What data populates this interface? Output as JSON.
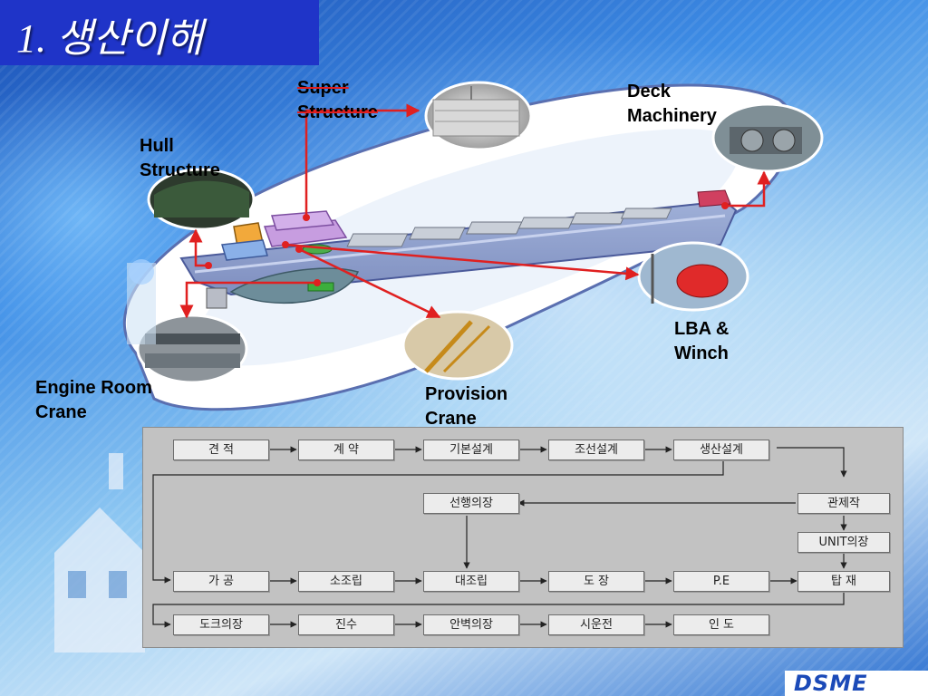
{
  "page": {
    "title": "1. 생산이해"
  },
  "labels": {
    "super_structure": "Super\nStructure",
    "deck_machinery": "Deck\nMachinery",
    "hull_structure": "Hull\nStructure",
    "lba_winch": "LBA &\nWinch",
    "engine_room_crane": "Engine Room\nCrane",
    "provision_crane": "Provision\nCrane"
  },
  "flow": {
    "row1": [
      "견    적",
      "계    약",
      "기본설계",
      "조선설계",
      "생산설계"
    ],
    "right_col": [
      "관제작",
      "UNIT의장"
    ],
    "pre_outfit": "선행의장",
    "row3": [
      "가    공",
      "소조립",
      "대조립",
      "도    장",
      "P.E",
      "탑    재"
    ],
    "row4": [
      "도크의장",
      "진수",
      "안벽의장",
      "시운전",
      "인    도"
    ]
  },
  "logo": {
    "text": "DSME"
  },
  "colors": {
    "title_bar": "#1f34c8",
    "arrow_red": "#e02020",
    "panel": "#c2c2c2",
    "logo": "#1b4ab8"
  }
}
